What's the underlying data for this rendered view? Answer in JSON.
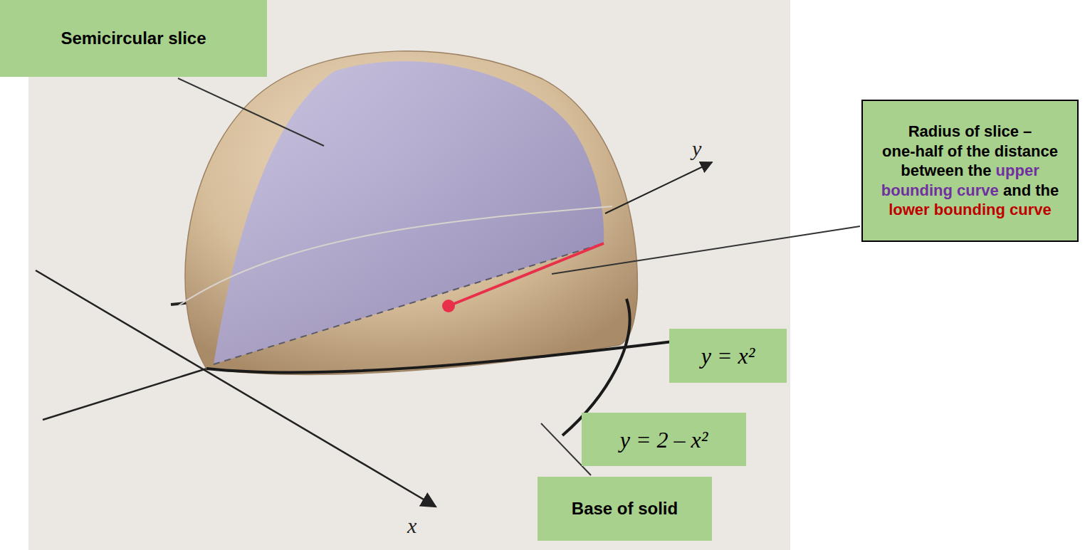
{
  "diagram": {
    "nodes": [
      {
        "text": [
          "Semicircular slice"
        ]
      },
      {
        "text": [
          "Radius of slice – one-half of the distance between the upper bounding curve and the lower bounding curve"
        ]
      },
      {
        "text": [
          "y = x²"
        ]
      },
      {
        "text": [
          "y = 2 – x²"
        ]
      },
      {
        "text": [
          "Base of solid"
        ]
      }
    ],
    "labels": [
      "y",
      "x"
    ]
  }
}
